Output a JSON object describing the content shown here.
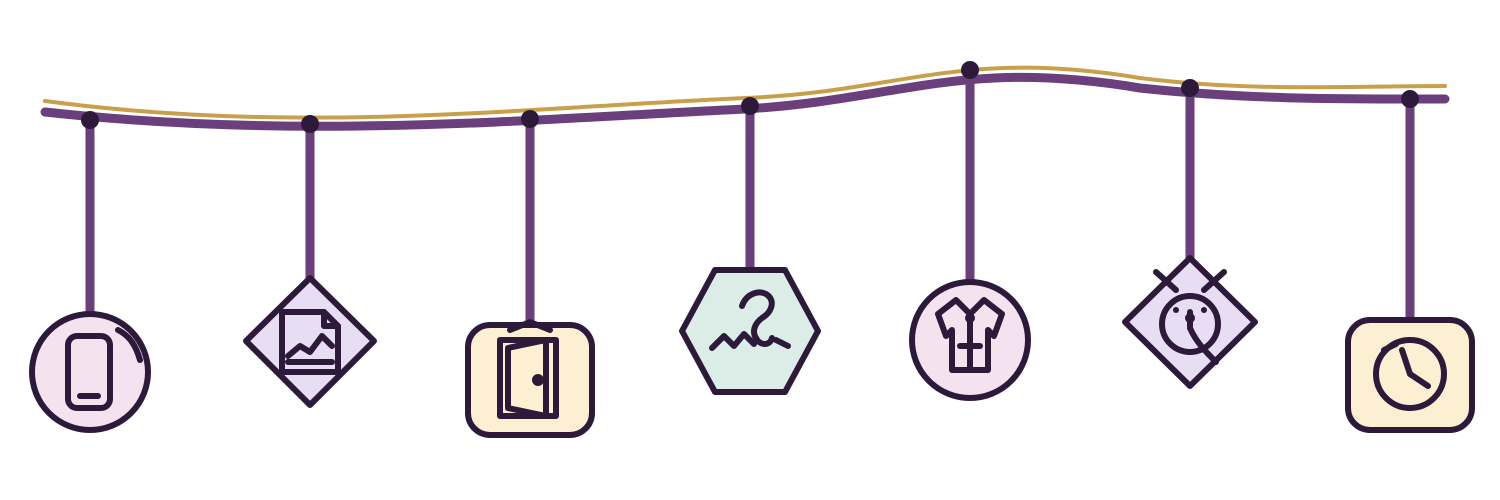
{
  "colors": {
    "rope": "#6b3e7c",
    "rope_highlight": "#c8a04b",
    "outline": "#2d1a3a",
    "fill_lavender": "#e7def3",
    "fill_pink": "#f4e2ee",
    "fill_cream": "#fcefd2",
    "fill_mint": "#dcede7"
  },
  "pendants": [
    {
      "name": "pendant-smartphone",
      "shape": "circle",
      "fill": "#f4e2ee",
      "icon": "smartphone-icon"
    },
    {
      "name": "pendant-photo-chart",
      "shape": "diamond",
      "fill": "#e7def3",
      "icon": "photo-chart-icon"
    },
    {
      "name": "pendant-door",
      "shape": "rounded-square",
      "fill": "#fcefd2",
      "icon": "open-door-icon"
    },
    {
      "name": "pendant-hook",
      "shape": "hexagon",
      "fill": "#dcede7",
      "icon": "fishing-hook-icon"
    },
    {
      "name": "pendant-robe",
      "shape": "circle",
      "fill": "#f4e2ee",
      "icon": "robe-icon"
    },
    {
      "name": "pendant-bug",
      "shape": "diamond",
      "fill": "#e7def3",
      "icon": "bug-icon"
    },
    {
      "name": "pendant-clock",
      "shape": "rounded-square",
      "fill": "#fcefd2",
      "icon": "clock-icon"
    }
  ]
}
